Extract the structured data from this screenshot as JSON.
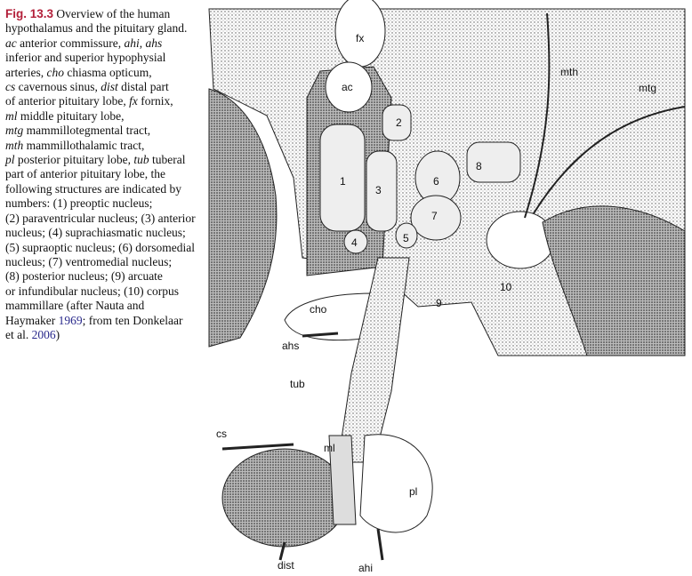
{
  "caption": {
    "fig_label": "Fig. 13.3",
    "lines": [
      [
        "Overview of the human"
      ],
      [
        "hypothalamus and the pituitary gland."
      ],
      [
        {
          "i": "ac"
        },
        " anterior commissure, ",
        {
          "i": "ahi"
        },
        ", ",
        {
          "i": "ahs"
        }
      ],
      [
        "inferior and superior hypophysial"
      ],
      [
        "arteries, ",
        {
          "i": "cho"
        },
        " chiasma opticum,"
      ],
      [
        {
          "i": "cs"
        },
        " cavernous sinus, ",
        {
          "i": "dist"
        },
        " distal part"
      ],
      [
        "of anterior pituitary lobe, ",
        {
          "i": "fx"
        },
        " fornix,"
      ],
      [
        {
          "i": "ml"
        },
        " middle pituitary lobe,"
      ],
      [
        {
          "i": "mtg"
        },
        " mammillotegmental tract,"
      ],
      [
        {
          "i": "mth"
        },
        " mammillothalamic tract,"
      ],
      [
        {
          "i": "pl"
        },
        " posterior pituitary lobe, ",
        {
          "i": "tub"
        },
        " tuberal"
      ],
      [
        "part of anterior pituitary lobe, the"
      ],
      [
        "following structures are indicated by"
      ],
      [
        "numbers: (1) preoptic nucleus;"
      ],
      [
        "(2) paraventricular nucleus; (3) anterior"
      ],
      [
        "nucleus; (4) suprachiasmatic nucleus;"
      ],
      [
        "(5) supraoptic nucleus; (6) dorsomedial"
      ],
      [
        "nucleus; (7) ventromedial nucleus;"
      ],
      [
        "(8) posterior nucleus; (9) arcuate"
      ],
      [
        "or infundibular nucleus; (10) corpus"
      ],
      [
        "mammillare (after Nauta and"
      ],
      [
        "Haymaker ",
        {
          "link": "1969"
        },
        "; from ten Donkelaar"
      ],
      [
        "et al. ",
        {
          "link": "2006"
        },
        ")"
      ]
    ]
  },
  "figure": {
    "labels": {
      "fx": "fx",
      "ac": "ac",
      "mth": "mth",
      "mtg": "mtg",
      "n1": "1",
      "n2": "2",
      "n3": "3",
      "n4": "4",
      "n5": "5",
      "n6": "6",
      "n7": "7",
      "n8": "8",
      "n9": "9",
      "n10": "10",
      "cho": "cho",
      "ahs": "ahs",
      "tub": "tub",
      "cs": "cs",
      "ml": "ml",
      "pl": "pl",
      "dist": "dist",
      "ahi": "ahi"
    }
  }
}
